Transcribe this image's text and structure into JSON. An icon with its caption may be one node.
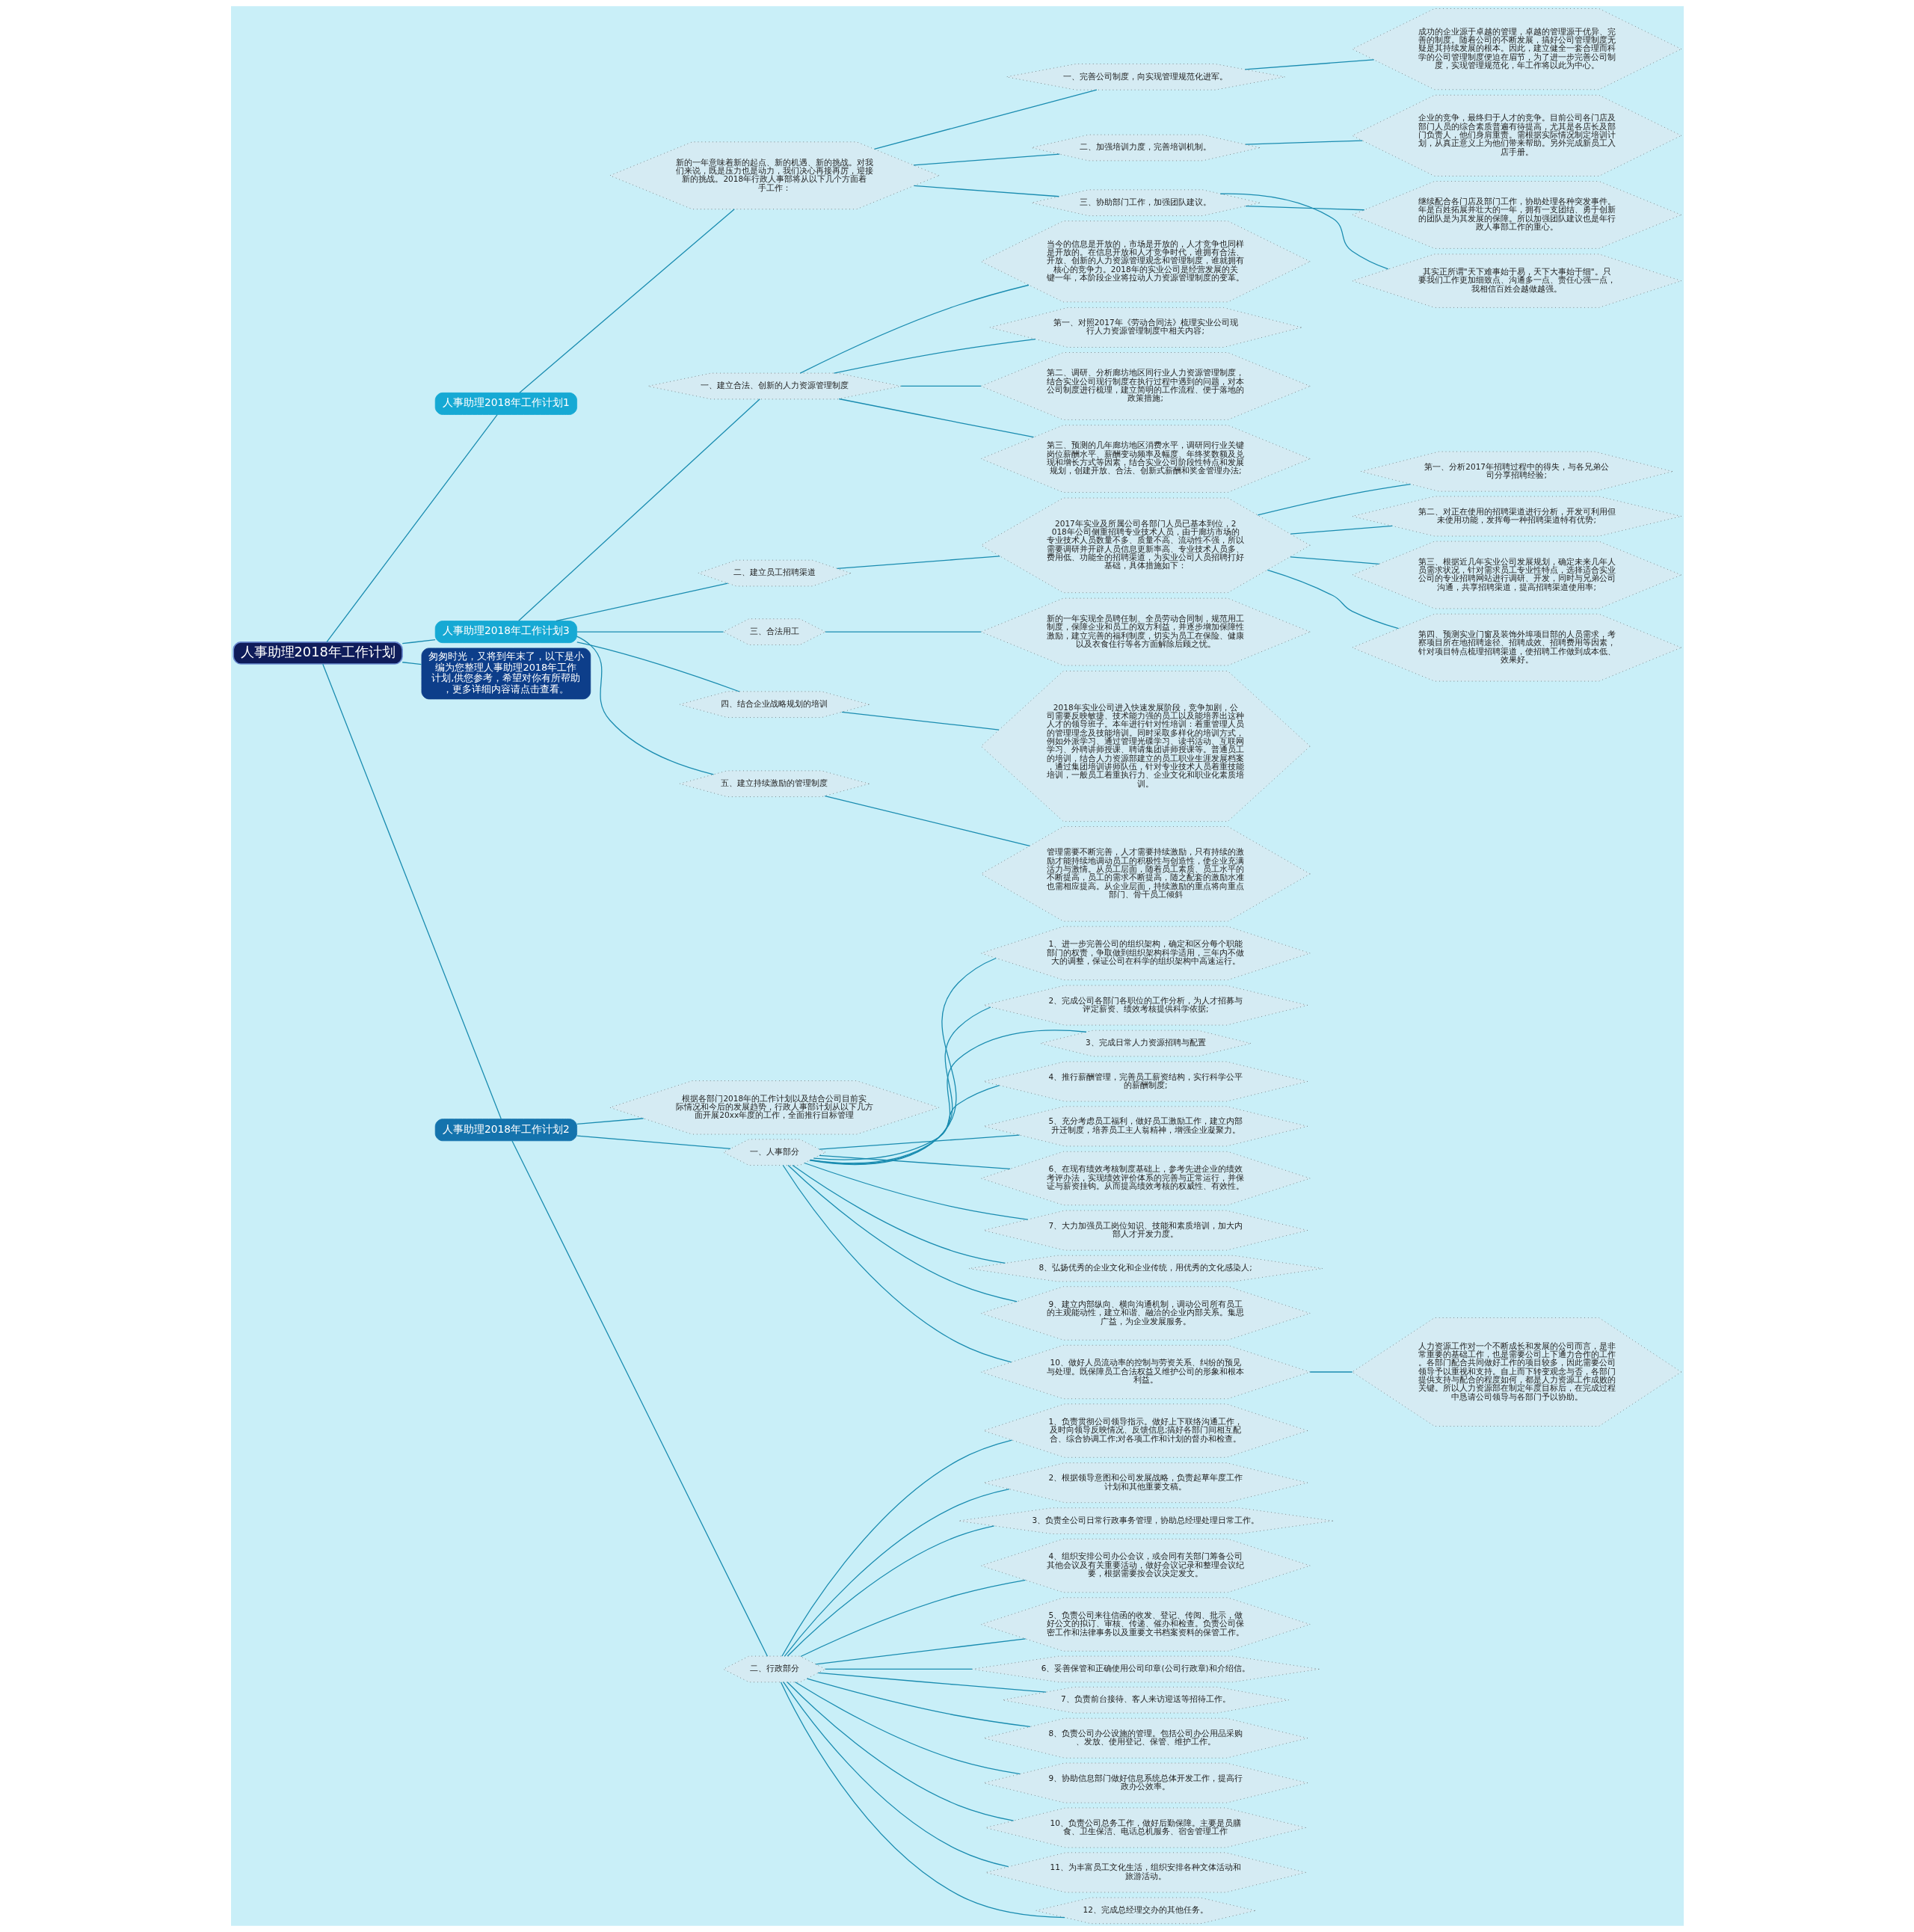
{
  "diagram": {
    "nodes": [
      {
        "text": [
          "人事助理2018年工作计划"
        ]
      },
      {
        "text": [
          "人事助理2018年工作计划1"
        ]
      },
      {
        "text": [
          "新的一年意味着新的起点、新的机遇、新的挑战。对我们来说，既是压力也是动力，我们决心再接再厉，迎接新的挑战。2018年行政人事部将从以下几个方面着手工作："
        ]
      },
      {
        "text": [
          "一、完善公司制度，向实现管理规范化进军。"
        ]
      },
      {
        "text": [
          "成功的企业源于卓越的管理，卓越的管理源于优异、完善的制度。随着公司的不断发展，搞好公司管理制度无疑是其持续发展的根本。因此，建立健全一套合理而科学的公司管理制度便迫在眉节，为了进一步完善公司制度，实现管理规范化，年工作将以此为中心。"
        ]
      },
      {
        "text": [
          "二、加强培训力度，完善培训机制。"
        ]
      },
      {
        "text": [
          "企业的竞争，最终归于人才的竞争。目前公司各门店及部门人员的综合素质普遍有待提高，尤其是各店长及部门负责人，他们身肩重责。需根据实际情况制定培训计划，从真正意义上为他们带来帮助。另外完成新员工入店手册。"
        ]
      },
      {
        "text": [
          "三、协助部门工作，加强团队建议。"
        ]
      },
      {
        "text": [
          "继续配合各门店及部门工作，协助处理各种突发事件。年是百姓拓展并壮大的一年，拥有一支团结、勇于创新的团队是为其发展的保障。所以加强团队建议也是年行政人事部工作的重心。"
        ]
      },
      {
        "text": [
          "其实正所谓\"天下难事始于易，天下大事始于细\"。只要我们工作更加细致点、沟通多一点、责任心强一点，我相信百姓会越做越强。"
        ]
      },
      {
        "text": [
          "人事助理2018年工作计划3"
        ]
      },
      {
        "text": [
          "一、建立合法、创新的人力资源管理制度"
        ]
      },
      {
        "text": [
          "当今的信息是开放的，市场是开放的，人才竞争也同样是开放的。在信息开放和人才竞争时代，谁拥有合法、开放、创新的人力资源管理观念和管理制度，谁就拥有核心的竞争力。2018年的实业公司是经营发展的关键一年，本阶段企业将拉动人力资源管理制度的变革。"
        ]
      },
      {
        "text": [
          "第一、对照2017年《劳动合同法》梳理实业公司现行人力资源管理制度中相关内容;"
        ]
      },
      {
        "text": [
          "第二、调研、分析廊坊地区同行业人力资源管理制度，结合实业公司现行制度在执行过程中遇到的问题，对本公司制度进行梳理，建立简明的工作流程、便于落地的政策措施;"
        ]
      },
      {
        "text": [
          "第三、预测的几年廊坊地区消费水平，调研同行业关键岗位薪酬水平、薪酬变动频率及幅度、年终奖数额及兑现和增长方式等因素，结合实业公司阶段性特点和发展规划，创建开放、合法、创新式薪酬和奖金管理办法;"
        ]
      },
      {
        "text": [
          "二、建立员工招聘渠道"
        ]
      },
      {
        "text": [
          "2017年实业及所属公司各部门人员已基本到位，2018年公司侧重招聘专业技术人员，由于廊坊市场的专业技术人员数量不多、质量不高、流动性不强，所以需要调研并开辟人员信息更新率高、专业技术人员多、费用低、功能全的招聘渠道，为实业公司人员招聘打好基础，具体措施如下："
        ]
      },
      {
        "text": [
          "第一、分析2017年招聘过程中的得失，与各兄弟公司分享招聘经验;"
        ]
      },
      {
        "text": [
          "第二、对正在使用的招聘渠道进行分析，开发可利用但未使用功能，发挥每一种招聘渠道特有优势;"
        ]
      },
      {
        "text": [
          "第三、根据近几年实业公司发展规划，确定未来几年人员需求状况，针对需求员工专业性特点，选择适合实业公司的专业招聘网站进行调研、开发，同时与兄弟公司沟通，共享招聘渠道，提高招聘渠道使用率;"
        ]
      },
      {
        "text": [
          "第四、预测实业门窗及装饰外埠项目部的人员需求，考察项目所在地招聘途径、招聘成效、招聘费用等因素，针对项目特点梳理招聘渠道，使招聘工作做到成本低、效果好。"
        ]
      },
      {
        "text": [
          "三、合法用工"
        ]
      },
      {
        "text": [
          "新的一年实现全员聘任制、全员劳动合同制，规范用工制度，保障企业和员工的双方利益，并逐步增加保障性激励，建立完善的福利制度，切实为员工在保险、健康以及衣食住行等各方面解除后顾之忧。"
        ]
      },
      {
        "text": [
          "四、结合企业战略规划的培训"
        ]
      },
      {
        "text": [
          "2018年实业公司进入快速发展阶段，竞争加剧，公司需要反映敏捷、技术能力强的员工以及能培养出这种人才的领导班子。本年进行针对性培训：着重管理人员的管理理念及技能培训。同时采取多样化的培训方式，例如外派学习、通过管理光碟学习、读书活动、互联网学习、外聘讲师授课、聘请集团讲师授课等。普通员工的培训，结合人力资源部建立的员工职业生涯发展档案，通过集团培训讲师队伍，针对专业技术人员着重技能培训，一般员工着重执行力、企业文化和职业化素质培训。"
        ]
      },
      {
        "text": [
          "五、建立持续激励的管理制度"
        ]
      },
      {
        "text": [
          "管理需要不断完善，人才需要持续激励，只有持续的激励才能持续地调动员工的积极性与创造性，使企业充满活力与激情。从员工层面，随着员工素质、员工水平的不断提高，员工的需求不断提高，随之配套的激励水准也需相应提高。从企业层面，持续激励的重点将向重点部门、骨干员工倾斜"
        ]
      },
      {
        "text": [
          "匆匆时光，又将到年末了，以下是小编为您整理人事助理2018年工作计划,供您参考，希望对你有所帮助，更多详细内容请点击查看。"
        ]
      },
      {
        "text": [
          "人事助理2018年工作计划2"
        ]
      },
      {
        "text": [
          "根据各部门2018年的工作计划以及结合公司目前实际情况和今后的发展趋势，行政人事部计划从以下几方面开展20xx年度的工作，全面推行目标管理"
        ]
      },
      {
        "text": [
          "一、人事部分"
        ]
      },
      {
        "text": [
          "1、进一步完善公司的组织架构，确定和区分每个职能部门的权责，争取做到组织架构科学适用，三年内不做大的调整，保证公司在科学的组织架构中高速运行。"
        ]
      },
      {
        "text": [
          "2、完成公司各部门各职位的工作分析，为人才招募与评定薪资、绩效考核提供科学依据;"
        ]
      },
      {
        "text": [
          "3、完成日常人力资源招聘与配置"
        ]
      },
      {
        "text": [
          "4、推行薪酬管理，完善员工薪资结构，实行科学公平的薪酬制度;"
        ]
      },
      {
        "text": [
          "5、充分考虑员工福利，做好员工激励工作，建立内部升迁制度，培养员工主人翁精神，增强企业凝聚力。"
        ]
      },
      {
        "text": [
          "6、在现有绩效考核制度基础上，参考先进企业的绩效考评办法，实现绩效评价体系的完善与正常运行，并保证与薪资挂钩。从而提高绩效考核的权威性、有效性。"
        ]
      },
      {
        "text": [
          "7、大力加强员工岗位知识、技能和素质培训，加大内部人才开发力度。"
        ]
      },
      {
        "text": [
          "8、弘扬优秀的企业文化和企业传统，用优秀的文化感染人;"
        ]
      },
      {
        "text": [
          "9、建立内部纵向、横向沟通机制，调动公司所有员工的主观能动性，建立和谐、融洽的企业内部关系。集思广益，为企业发展服务。"
        ]
      },
      {
        "text": [
          "10、做好人员流动率的控制与劳资关系、纠纷的预见与处理。既保障员工合法权益又维护公司的形象和根本利益。"
        ]
      },
      {
        "text": [
          "人力资源工作对一个不断成长和发展的公司而言，是非常重要的基础工作，也是需要公司上下通力合作的工作。各部门配合共同做好工作的项目较多，因此需要公司领导予以重视和支持。自上而下转变观念与否，各部门提供支持与配合的程度如何，都是人力资源工作成败的关键。所以人力资源部在制定年度目标后，在完成过程中恳请公司领导与各部门予以协助。"
        ]
      },
      {
        "text": [
          "二、行政部分"
        ]
      },
      {
        "text": [
          "1、负责贯彻公司领导指示。做好上下联络沟通工作，及时向领导反映情况、反馈信息;搞好各部门间相互配合、综合协调工作;对各项工作和计划的督办和检查。"
        ]
      },
      {
        "text": [
          "2、根据领导意图和公司发展战略，负责起草年度工作计划和其他重要文稿。"
        ]
      },
      {
        "text": [
          "3、负责全公司日常行政事务管理，协助总经理处理日常工作。"
        ]
      },
      {
        "text": [
          "4、组织安排公司办公会议，或会同有关部门筹备公司其他会议及有关重要活动，做好会议记录和整理会议纪要，根据需要按会议决定发文。"
        ]
      },
      {
        "text": [
          "5、负责公司来往信函的收发、登记、传阅、批示，做好公文的拟订、审核、传递、催办和检查。负责公司保密工作和法律事务以及重要文书档案资料的保管工作。"
        ]
      },
      {
        "text": [
          "6、妥善保管和正确使用公司印章(公司行政章)和介绍信。"
        ]
      },
      {
        "text": [
          "7、负责前台接待、客人来访迎送等招待工作。"
        ]
      },
      {
        "text": [
          "8、负责公司办公设施的管理。包括公司办公用品采购、发放、使用登记、保管、维护工作。"
        ]
      },
      {
        "text": [
          "9、协助信息部门做好信息系统总体开发工作，提高行政办公效率。"
        ]
      },
      {
        "text": [
          "10、负责公司总务工作，做好后勤保障。主要是员膳食、卫生保洁、电话总机服务、宿舍管理工作"
        ]
      },
      {
        "text": [
          "11、为丰富员工文化生活，组织安排各种文体活动和旅游活动。"
        ]
      },
      {
        "text": [
          "12、完成总经理交办的其他任务。"
        ]
      }
    ],
    "edges": [
      {
        "from": 0,
        "to": 1,
        "arrow": "none"
      },
      {
        "from": 1,
        "to": 2,
        "arrow": "none"
      },
      {
        "from": 2,
        "to": 3,
        "arrow": "none"
      },
      {
        "from": 3,
        "to": 4,
        "arrow": "none"
      },
      {
        "from": 2,
        "to": 5,
        "arrow": "none"
      },
      {
        "from": 5,
        "to": 6,
        "arrow": "none"
      },
      {
        "from": 2,
        "to": 7,
        "arrow": "none"
      },
      {
        "from": 7,
        "to": 8,
        "arrow": "none"
      },
      {
        "from": 7,
        "to": 9,
        "arrow": "none"
      },
      {
        "from": 0,
        "to": 10,
        "arrow": "none"
      },
      {
        "from": 10,
        "to": 11,
        "arrow": "none"
      },
      {
        "from": 11,
        "to": 12,
        "arrow": "none"
      },
      {
        "from": 11,
        "to": 13,
        "arrow": "none"
      },
      {
        "from": 11,
        "to": 14,
        "arrow": "none"
      },
      {
        "from": 11,
        "to": 15,
        "arrow": "none"
      },
      {
        "from": 10,
        "to": 16,
        "arrow": "none"
      },
      {
        "from": 16,
        "to": 17,
        "arrow": "none"
      },
      {
        "from": 17,
        "to": 18,
        "arrow": "none"
      },
      {
        "from": 17,
        "to": 19,
        "arrow": "none"
      },
      {
        "from": 17,
        "to": 20,
        "arrow": "none"
      },
      {
        "from": 17,
        "to": 21,
        "arrow": "none"
      },
      {
        "from": 10,
        "to": 22,
        "arrow": "none"
      },
      {
        "from": 22,
        "to": 23,
        "arrow": "none"
      },
      {
        "from": 10,
        "to": 24,
        "arrow": "none"
      },
      {
        "from": 24,
        "to": 25,
        "arrow": "none"
      },
      {
        "from": 10,
        "to": 26,
        "arrow": "none"
      },
      {
        "from": 26,
        "to": 27,
        "arrow": "none"
      },
      {
        "from": 0,
        "to": 28,
        "arrow": "none"
      },
      {
        "from": 0,
        "to": 29,
        "arrow": "none"
      },
      {
        "from": 29,
        "to": 30,
        "arrow": "none"
      },
      {
        "from": 29,
        "to": 31,
        "arrow": "none"
      },
      {
        "from": 31,
        "to": 32,
        "arrow": "none"
      },
      {
        "from": 31,
        "to": 33,
        "arrow": "none"
      },
      {
        "from": 31,
        "to": 34,
        "arrow": "none"
      },
      {
        "from": 31,
        "to": 35,
        "arrow": "none"
      },
      {
        "from": 31,
        "to": 36,
        "arrow": "none"
      },
      {
        "from": 31,
        "to": 37,
        "arrow": "none"
      },
      {
        "from": 31,
        "to": 38,
        "arrow": "none"
      },
      {
        "from": 31,
        "to": 39,
        "arrow": "none"
      },
      {
        "from": 31,
        "to": 40,
        "arrow": "none"
      },
      {
        "from": 31,
        "to": 41,
        "arrow": "none"
      },
      {
        "from": 41,
        "to": 42,
        "arrow": "none"
      },
      {
        "from": 29,
        "to": 43,
        "arrow": "none"
      },
      {
        "from": 43,
        "to": 44,
        "arrow": "none"
      },
      {
        "from": 43,
        "to": 45,
        "arrow": "none"
      },
      {
        "from": 43,
        "to": 46,
        "arrow": "none"
      },
      {
        "from": 43,
        "to": 47,
        "arrow": "none"
      },
      {
        "from": 43,
        "to": 48,
        "arrow": "none"
      },
      {
        "from": 43,
        "to": 49,
        "arrow": "none"
      },
      {
        "from": 43,
        "to": 50,
        "arrow": "none"
      },
      {
        "from": 43,
        "to": 51,
        "arrow": "none"
      },
      {
        "from": 43,
        "to": 52,
        "arrow": "none"
      },
      {
        "from": 43,
        "to": 53,
        "arrow": "none"
      },
      {
        "from": 43,
        "to": 54,
        "arrow": "none"
      },
      {
        "from": 43,
        "to": 55,
        "arrow": "none"
      }
    ]
  }
}
